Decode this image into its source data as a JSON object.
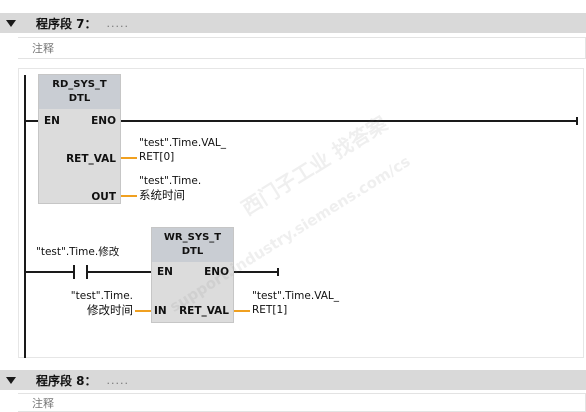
{
  "segment7": {
    "title": "程序段 7：",
    "dots": ".....",
    "comment": "注释"
  },
  "segment8": {
    "title": "程序段 8：",
    "dots": ".....",
    "comment": "注释"
  },
  "block1": {
    "name": "RD_SYS_T",
    "type": "DTL",
    "pins": {
      "en": "EN",
      "eno": "ENO",
      "ret_val": "RET_VAL",
      "out": "OUT"
    },
    "ret_val_operand": [
      "\"test\".Time.VAL_",
      "RET[0]"
    ],
    "out_operand": [
      "\"test\".Time.",
      "系统时间"
    ]
  },
  "block2": {
    "name": "WR_SYS_T",
    "type": "DTL",
    "pins": {
      "en": "EN",
      "eno": "ENO",
      "in": "IN",
      "ret_val": "RET_VAL"
    },
    "in_operand": [
      "\"test\".Time.",
      "修改时间"
    ],
    "ret_val_operand": [
      "\"test\".Time.VAL_",
      "RET[1]"
    ]
  },
  "contact": {
    "operand": "\"test\".Time.修改"
  },
  "watermark": {
    "line1": "西门子工业  找答案",
    "line2": "support.industry.siemens.com/cs"
  },
  "colors": {
    "header_bg": "#d9d9d9",
    "block_bg": "#dcdcdc",
    "block_head": "#c9cdd3",
    "wire": "#1a1a1a",
    "stub": "#f0a020"
  }
}
